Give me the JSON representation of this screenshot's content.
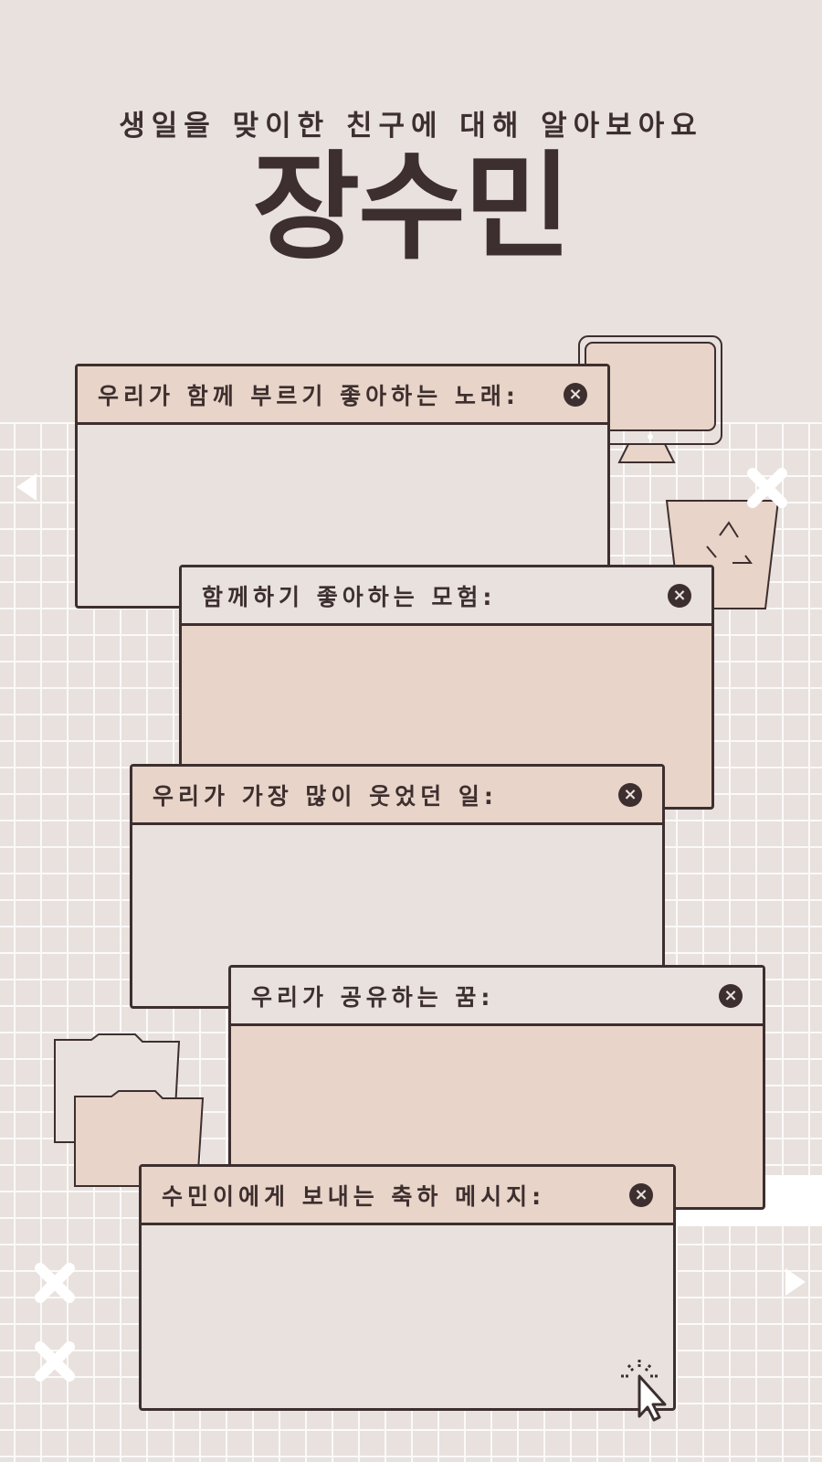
{
  "header": {
    "subtitle": "생일을 맞이한 친구에 대해 알아보아요",
    "title": "장수민"
  },
  "windows": [
    {
      "label": "우리가 함께 부르기 좋아하는 노래:"
    },
    {
      "label": "함께하기 좋아하는 모험:"
    },
    {
      "label": "우리가 가장 많이 웃었던 일:"
    },
    {
      "label": "우리가 공유하는 꿈:"
    },
    {
      "label": "수민이에게 보내는 축하 메시지:"
    }
  ],
  "icons": {
    "close": "×"
  },
  "colors": {
    "background": "#e8e1dd",
    "peach": "#e8d4c8",
    "ink": "#3d2f2f"
  }
}
